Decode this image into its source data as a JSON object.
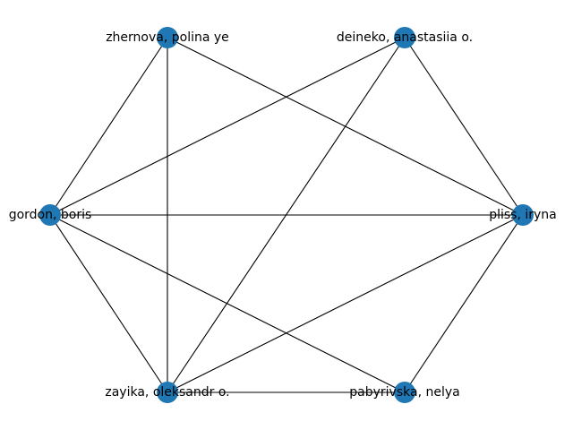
{
  "graph": {
    "node_color": "#1f77b4",
    "edge_color": "#000000",
    "nodes": [
      {
        "id": "zhernova",
        "label": "zhernova, polina ye"
      },
      {
        "id": "deineko",
        "label": "deineko, anastasiia o."
      },
      {
        "id": "gordon",
        "label": "gordon, boris"
      },
      {
        "id": "pliss",
        "label": "pliss, iryna"
      },
      {
        "id": "zayika",
        "label": "zayika, oleksandr o."
      },
      {
        "id": "pabyrivska",
        "label": "pabyrivska, nelya"
      }
    ],
    "edges": [
      [
        "zhernova",
        "gordon"
      ],
      [
        "zhernova",
        "zayika"
      ],
      [
        "zhernova",
        "pliss"
      ],
      [
        "deineko",
        "gordon"
      ],
      [
        "deineko",
        "zayika"
      ],
      [
        "deineko",
        "pliss"
      ],
      [
        "gordon",
        "pliss"
      ],
      [
        "gordon",
        "zayika"
      ],
      [
        "gordon",
        "pabyrivska"
      ],
      [
        "pliss",
        "zayika"
      ],
      [
        "pliss",
        "pabyrivska"
      ],
      [
        "zayika",
        "pabyrivska"
      ]
    ]
  }
}
